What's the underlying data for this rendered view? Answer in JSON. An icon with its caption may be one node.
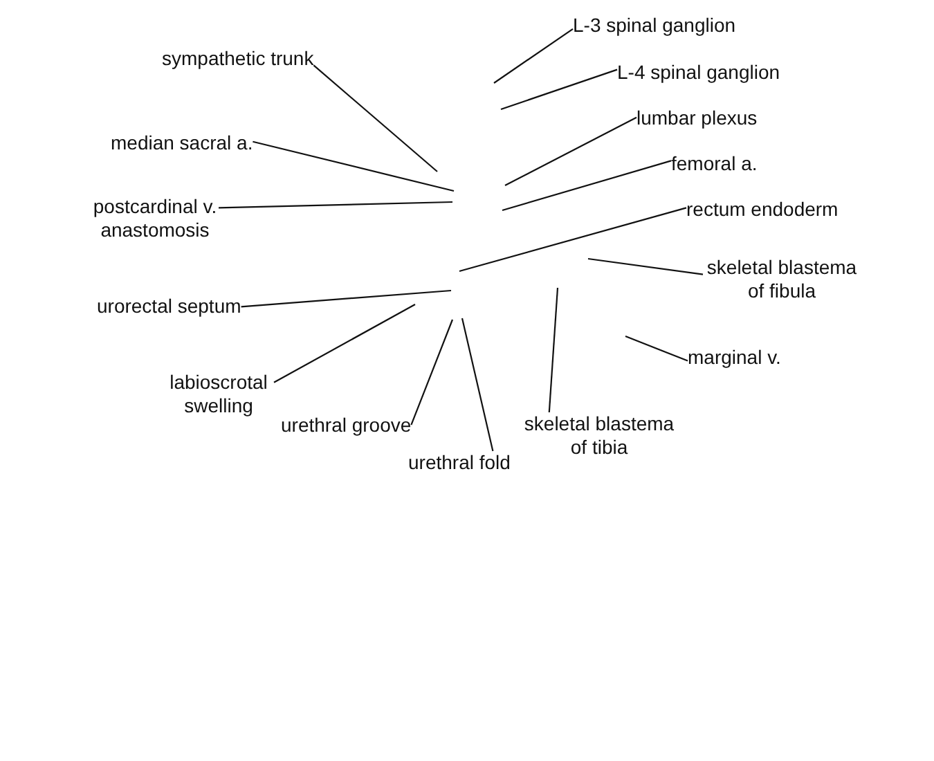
{
  "diagram": {
    "nodes": [
      {
        "text": [
          "L-3 spinal ganglion"
        ]
      },
      {
        "text": [
          "sympathetic trunk"
        ]
      },
      {
        "text": [
          "L-4 spinal ganglion"
        ]
      },
      {
        "text": [
          "lumbar plexus"
        ]
      },
      {
        "text": [
          "median sacral a."
        ]
      },
      {
        "text": [
          "femoral a."
        ]
      },
      {
        "text": [
          "postcardinal v. anastomosis"
        ]
      },
      {
        "text": [
          "rectum endoderm"
        ]
      },
      {
        "text": [
          "skeletal blastema of fibula"
        ]
      },
      {
        "text": [
          "urorectal septum"
        ]
      },
      {
        "text": [
          "marginal v."
        ]
      },
      {
        "text": [
          "labioscrotal swelling"
        ]
      },
      {
        "text": [
          "urethral groove"
        ]
      },
      {
        "text": [
          "skeletal blastema of tibia"
        ]
      },
      {
        "text": [
          "urethral fold"
        ]
      }
    ],
    "edges": [
      {
        "from": 0,
        "to": null,
        "arrow": "none"
      },
      {
        "from": 1,
        "to": null,
        "arrow": "none"
      },
      {
        "from": 2,
        "to": null,
        "arrow": "none"
      },
      {
        "from": 3,
        "to": null,
        "arrow": "none"
      },
      {
        "from": 4,
        "to": null,
        "arrow": "none"
      },
      {
        "from": 5,
        "to": null,
        "arrow": "none"
      },
      {
        "from": 6,
        "to": null,
        "arrow": "none"
      },
      {
        "from": 7,
        "to": null,
        "arrow": "none"
      },
      {
        "from": 8,
        "to": null,
        "arrow": "none"
      },
      {
        "from": 9,
        "to": null,
        "arrow": "none"
      },
      {
        "from": 10,
        "to": null,
        "arrow": "none"
      },
      {
        "from": 11,
        "to": null,
        "arrow": "none"
      },
      {
        "from": 12,
        "to": null,
        "arrow": "none"
      },
      {
        "from": 13,
        "to": null,
        "arrow": "none"
      },
      {
        "from": 14,
        "to": null,
        "arrow": "none"
      }
    ]
  }
}
